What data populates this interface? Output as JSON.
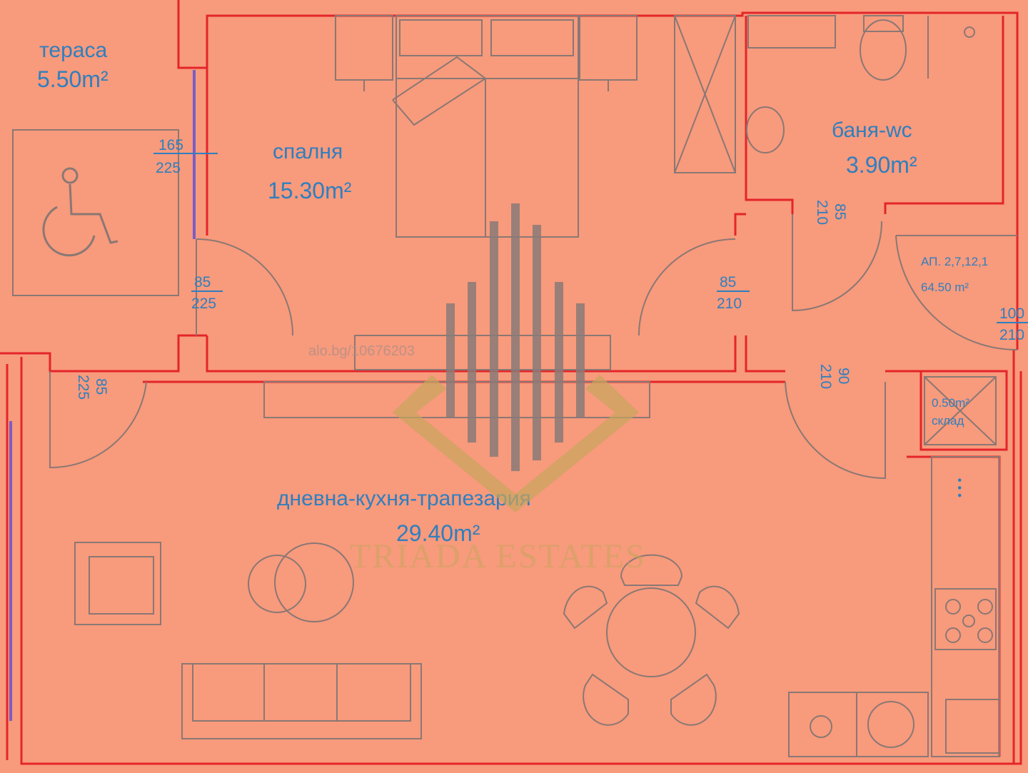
{
  "rooms": {
    "terrace": {
      "name": "тераса",
      "area": "5.50m²"
    },
    "bedroom": {
      "name": "спалня",
      "area": "15.30m²"
    },
    "bathroom": {
      "name": "баня-wc",
      "area": "3.90m²"
    },
    "living": {
      "name": "дневна-кухня-трапезария",
      "area": "29.40m²"
    },
    "storage": {
      "area": "0.50m²",
      "name": "склад"
    }
  },
  "apartment": {
    "label": "АП. 2,7,12,1",
    "area": "64.50 m²"
  },
  "dimensions": {
    "terrace_window": {
      "width": "165",
      "height": "225"
    },
    "bedroom_door": {
      "width": "85",
      "height": "225"
    },
    "terrace_door": {
      "width": "85",
      "height": "225"
    },
    "bath_inner_door": {
      "width": "85",
      "height": "210"
    },
    "bath_door": {
      "width": "85",
      "height": "210"
    },
    "storage_door": {
      "width": "90",
      "height": "210"
    },
    "entrance_door": {
      "width": "100",
      "height": "210"
    }
  },
  "watermark": {
    "brand": "TRIADA ESTATES",
    "source": "alo.bg/10676203"
  },
  "colors": {
    "background": "#f89a7c",
    "walls": "#e4252a",
    "labels": "#2f7fbf",
    "logo": "#c7a55c"
  }
}
